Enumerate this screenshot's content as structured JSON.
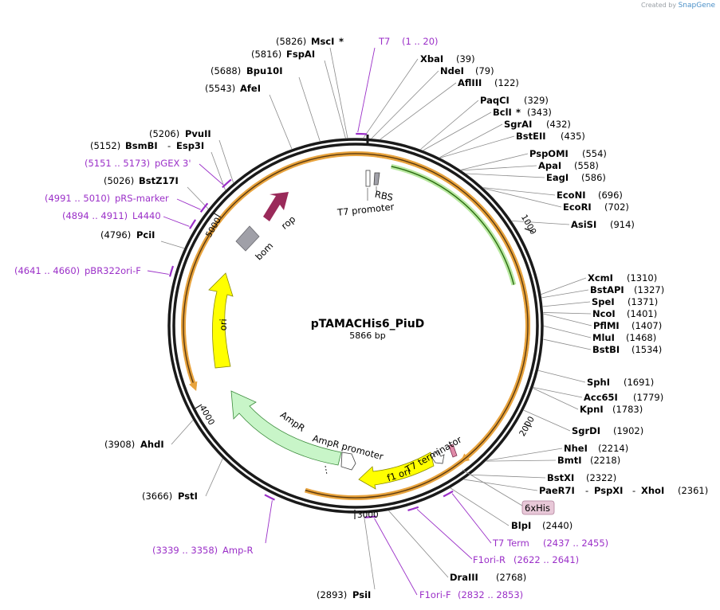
{
  "app": {
    "credit_prefix": "Created by",
    "credit_brand": "SnapGene"
  },
  "plasmid": {
    "name": "pTAMACHis6_PiuD",
    "length_label": "5866 bp"
  },
  "ticks": [
    "1000",
    "2000",
    "3000",
    "4000",
    "5000"
  ],
  "features": {
    "rbs": "RBS",
    "t7_promoter": "T7 promoter",
    "rop": "rop",
    "bom": "bom",
    "ori": "ori",
    "ampr": "AmpR",
    "ampr_promoter": "AmpR promoter",
    "f1_ori": "f1 ori",
    "t7_terminator": "T7 terminator",
    "his_tag": "6xHis"
  },
  "sites": [
    {
      "name": "MscI",
      "star": "*",
      "pos": "(5826)"
    },
    {
      "name": "FspAI",
      "pos": "(5816)"
    },
    {
      "name": "Bpu10I",
      "pos": "(5688)"
    },
    {
      "name": "AfeI",
      "pos": "(5543)"
    },
    {
      "name": "PvuII",
      "pos": "(5206)"
    },
    {
      "name": "BsmBI",
      "name2": "Esp3I",
      "pos": "(5152)"
    },
    {
      "name": "BstZ17I",
      "pos": "(5026)"
    },
    {
      "name": "PciI",
      "pos": "(4796)"
    },
    {
      "name": "AhdI",
      "pos": "(3908)"
    },
    {
      "name": "PstI",
      "pos": "(3666)"
    },
    {
      "name": "PsiI",
      "pos": "(2893)"
    },
    {
      "name": "DraIII",
      "pos": "(2768)"
    },
    {
      "name": "BlpI",
      "pos": "(2440)"
    },
    {
      "name": "XbaI",
      "pos": "(39)"
    },
    {
      "name": "NdeI",
      "pos": "(79)"
    },
    {
      "name": "AflIII",
      "pos": "(122)"
    },
    {
      "name": "PaqCI",
      "pos": "(329)"
    },
    {
      "name": "BclI",
      "star": "*",
      "pos": "(343)"
    },
    {
      "name": "SgrAI",
      "pos": "(432)"
    },
    {
      "name": "BstEII",
      "pos": "(435)"
    },
    {
      "name": "PspOMI",
      "pos": "(554)"
    },
    {
      "name": "ApaI",
      "pos": "(558)"
    },
    {
      "name": "EagI",
      "pos": "(586)"
    },
    {
      "name": "EcoNI",
      "pos": "(696)"
    },
    {
      "name": "EcoRI",
      "pos": "(702)"
    },
    {
      "name": "AsiSI",
      "pos": "(914)"
    },
    {
      "name": "XcmI",
      "pos": "(1310)"
    },
    {
      "name": "BstAPI",
      "pos": "(1327)"
    },
    {
      "name": "SpeI",
      "pos": "(1371)"
    },
    {
      "name": "NcoI",
      "pos": "(1401)"
    },
    {
      "name": "PflMI",
      "pos": "(1407)"
    },
    {
      "name": "MluI",
      "pos": "(1468)"
    },
    {
      "name": "BstBI",
      "pos": "(1534)"
    },
    {
      "name": "SphI",
      "pos": "(1691)"
    },
    {
      "name": "Acc65I",
      "pos": "(1779)"
    },
    {
      "name": "KpnI",
      "pos": "(1783)"
    },
    {
      "name": "SgrDI",
      "pos": "(1902)"
    },
    {
      "name": "NheI",
      "pos": "(2214)"
    },
    {
      "name": "BmtI",
      "pos": "(2218)"
    },
    {
      "name": "BstXI",
      "pos": "(2322)"
    },
    {
      "name": "PaeR7I",
      "name2": "PspXI",
      "name3": "XhoI",
      "pos": "(2361)"
    }
  ],
  "primers": [
    {
      "name": "T7",
      "range": "(1 .. 20)"
    },
    {
      "name": "pGEX 3'",
      "range": "(5151 .. 5173)"
    },
    {
      "name": "pRS-marker",
      "range": "(4991 .. 5010)"
    },
    {
      "name": "L4440",
      "range": "(4894 .. 4911)"
    },
    {
      "name": "pBR322ori-F",
      "range": "(4641 .. 4660)"
    },
    {
      "name": "Amp-R",
      "range": "(3339 .. 3358)"
    },
    {
      "name": "F1ori-F",
      "range": "(2832 .. 2853)"
    },
    {
      "name": "F1ori-R",
      "range": "(2622 .. 2641)"
    },
    {
      "name": "T7 Term",
      "range": "(2437 .. 2455)"
    }
  ],
  "colors": {
    "ring": "#1a1a1a",
    "orange_orf": "#e8a33d",
    "green_orf": "#8fd17a",
    "rop": "#9a2a5a",
    "bom": "#a0a0a8",
    "ori": "#ffff00",
    "ampr": "#c8f5c8",
    "f1_ori": "#ffff00",
    "primer": "#9b30c8",
    "his_tag": "#e8c8d8"
  }
}
